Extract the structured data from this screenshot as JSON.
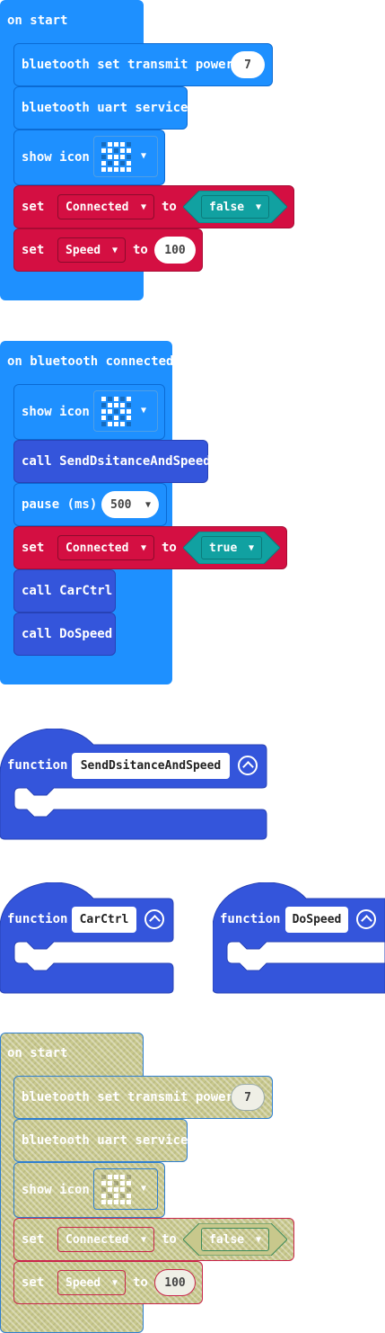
{
  "on_start": {
    "hat_label": "on start",
    "bt_power_label": "bluetooth set transmit power",
    "bt_power_value": "7",
    "uart_label": "bluetooth uart service",
    "show_icon_label": "show icon",
    "set1_label": "set",
    "set1_var": "Connected",
    "set1_to": "to",
    "set1_value": "false",
    "set2_label": "set",
    "set2_var": "Speed",
    "set2_to": "to",
    "set2_value": "100"
  },
  "on_connected": {
    "hat_label": "on bluetooth connected",
    "show_icon_label": "show icon",
    "call1_label": "call SendDsitanceAndSpeed",
    "pause_label": "pause (ms)",
    "pause_value": "500",
    "set_label": "set",
    "set_var": "Connected",
    "set_to": "to",
    "set_value": "true",
    "call2_label": "call CarCtrl",
    "call3_label": "call DoSpeed"
  },
  "functions": [
    {
      "keyword": "function",
      "name": "SendDsitanceAndSpeed"
    },
    {
      "keyword": "function",
      "name": "CarCtrl"
    },
    {
      "keyword": "function",
      "name": "DoSpeed"
    }
  ],
  "on_start_disabled": {
    "hat_label": "on start",
    "bt_power_label": "bluetooth set transmit power",
    "bt_power_value": "7",
    "uart_label": "bluetooth uart service",
    "show_icon_label": "show icon",
    "set1_label": "set",
    "set1_var": "Connected",
    "set1_to": "to",
    "set1_value": "false",
    "set2_label": "set",
    "set2_var": "Speed",
    "set2_to": "to",
    "set2_value": "100"
  },
  "icons": {
    "caret": "▼",
    "icon_on_start": [
      0,
      1,
      1,
      1,
      0,
      1,
      1,
      0,
      1,
      1,
      0,
      1,
      1,
      1,
      0,
      1,
      0,
      1,
      0,
      1,
      1,
      1,
      1,
      1,
      1
    ],
    "icon_connected": [
      1,
      0,
      1,
      0,
      1,
      0,
      1,
      1,
      1,
      0,
      1,
      1,
      0,
      1,
      1,
      1,
      0,
      1,
      0,
      1,
      0,
      1,
      1,
      1,
      0
    ]
  },
  "colors": {
    "basic": "#1e90ff",
    "variables": "#d40f42",
    "functions": "#3455db",
    "logic": "#11a1a1"
  }
}
